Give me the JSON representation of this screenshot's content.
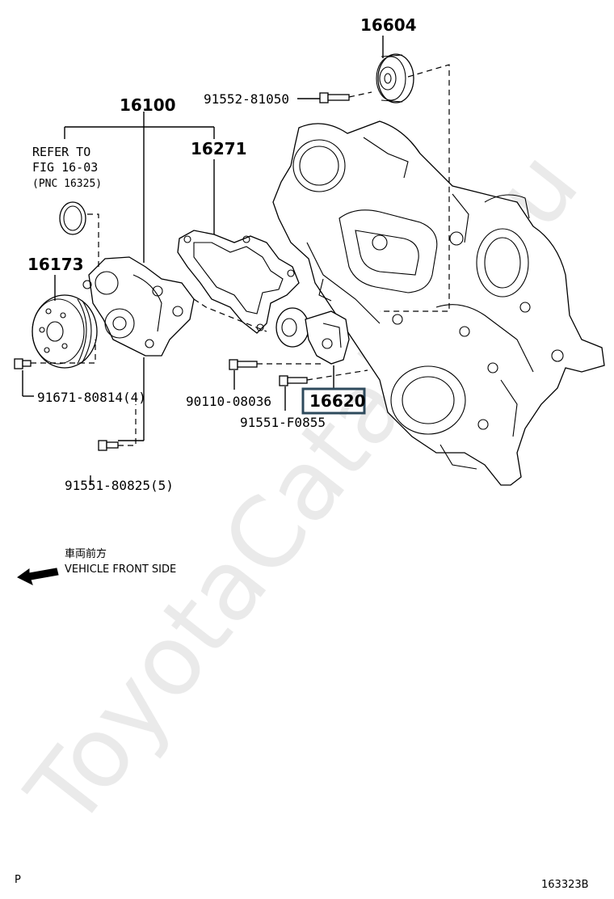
{
  "parts": {
    "p16604": "16604",
    "p91552": "91552-81050",
    "p16100": "16100",
    "p16271": "16271",
    "p16173": "16173",
    "p91671": "91671-80814(4)",
    "p90110": "90110-08036",
    "p16620": "16620",
    "p91551f": "91551-F0855",
    "p91551_80825": "91551-80825(5)"
  },
  "refer": {
    "line1": "REFER TO",
    "line2": "FIG 16-03",
    "line3": "(PNC 16325)"
  },
  "direction": {
    "jp": "車両前方",
    "en": "VEHICLE FRONT SIDE"
  },
  "corner_left": "P",
  "illustration_id": "163323B",
  "watermark": "ToyotaCatalog.ru",
  "highlight_color": "#2e4a5c"
}
